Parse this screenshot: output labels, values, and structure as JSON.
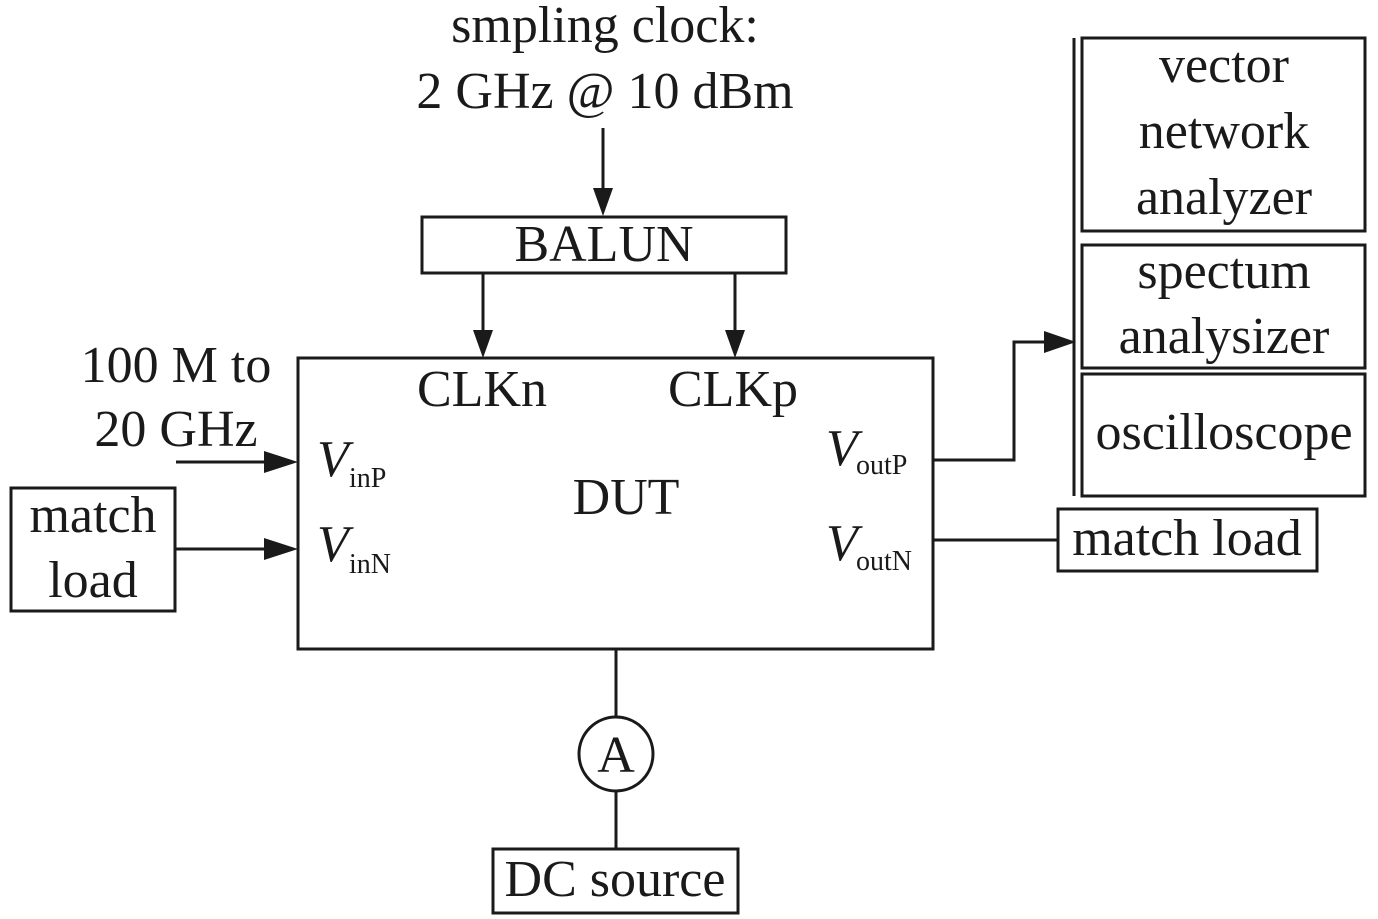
{
  "clock": {
    "line1": "smpling clock:",
    "line2": "2 GHz @ 10 dBm"
  },
  "balun": {
    "label": "BALUN"
  },
  "dut": {
    "label": "DUT",
    "clkn": "CLKn",
    "clkp": "CLKp",
    "vin_p": {
      "main": "V",
      "sub": "inP"
    },
    "vin_n": {
      "main": "V",
      "sub": "inN"
    },
    "vout_p": {
      "main": "V",
      "sub": "outP"
    },
    "vout_n": {
      "main": "V",
      "sub": "outN"
    }
  },
  "input_signal": {
    "line1": "100 M to",
    "line2": "20 GHz"
  },
  "input_load": {
    "line1": "match",
    "line2": "load"
  },
  "output_load": {
    "label": "match load"
  },
  "instruments": {
    "vna": [
      "vector",
      "network",
      "analyzer"
    ],
    "spectrum": [
      "spectum",
      "analysizer"
    ],
    "scope": "oscilloscope"
  },
  "ammeter": {
    "label": "A"
  },
  "dc_source": {
    "label": "DC source"
  }
}
